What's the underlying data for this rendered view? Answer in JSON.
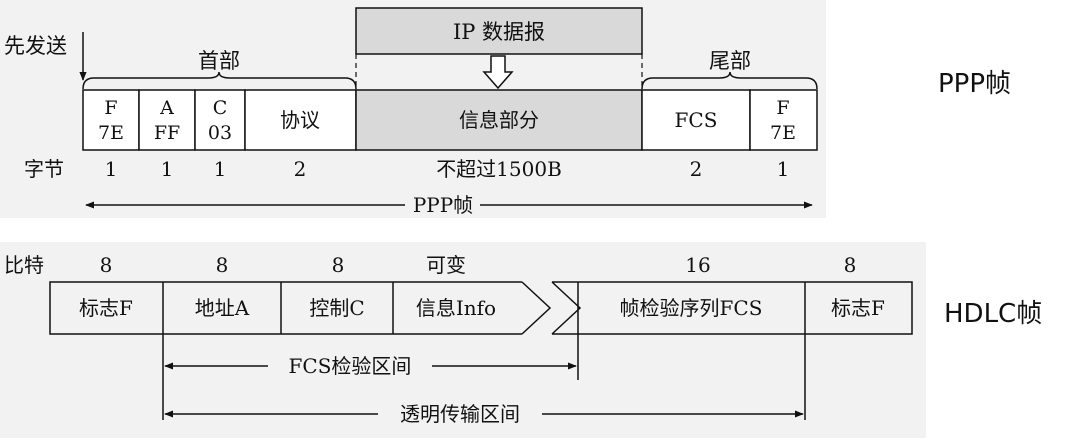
{
  "ppp": {
    "side_label": "PPP帧",
    "send_first": "先发送",
    "ip_packet": "IP 数据报",
    "header": "首部",
    "trailer": "尾部",
    "fields": [
      {
        "line1": "F",
        "line2": "7E"
      },
      {
        "line1": "A",
        "line2": "FF"
      },
      {
        "line1": "C",
        "line2": "03"
      },
      {
        "line1": "协议",
        "line2": ""
      },
      {
        "line1": "信息部分",
        "line2": ""
      },
      {
        "line1": "FCS",
        "line2": ""
      },
      {
        "line1": "F",
        "line2": "7E"
      }
    ],
    "bytes_label": "字节",
    "bytes": [
      "1",
      "1",
      "1",
      "2",
      "不超过1500B",
      "2",
      "1"
    ],
    "frame_label": "PPP帧"
  },
  "hdlc": {
    "side_label": "HDLC帧",
    "bits_label": "比特",
    "bits": [
      "8",
      "8",
      "8",
      "可变",
      "16",
      "8"
    ],
    "fields": [
      "标志F",
      "地址A",
      "控制C",
      "信息Info",
      "帧检验序列FCS",
      "标志F"
    ],
    "fcs_range": "FCS检验区间",
    "transparent_range": "透明传输区间"
  },
  "colors": {
    "panel": "#f2f2f2",
    "info_fill": "#d9d9d9",
    "stroke": "#111111",
    "arrow_fill": "#ffffff"
  }
}
